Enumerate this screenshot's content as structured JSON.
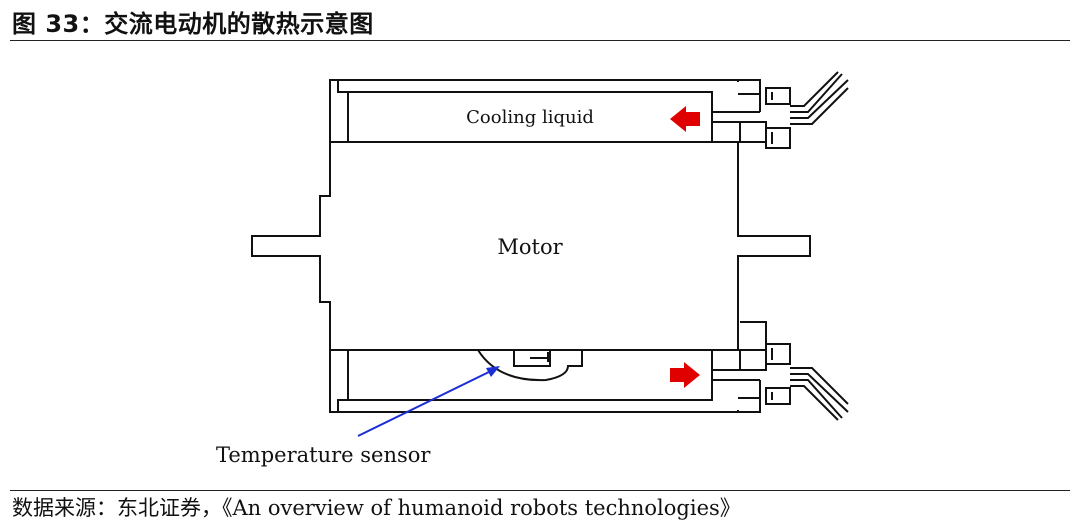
{
  "figure": {
    "title": "图 33：交流电动机的散热示意图",
    "source": "数据来源：东北证券，《An overview of humanoid robots technologies》"
  },
  "diagram": {
    "labels": {
      "coolant": "Cooling liquid",
      "motor": "Motor",
      "sensor": "Temperature sensor"
    },
    "colors": {
      "flow_arrow": "#e00000",
      "sensor_pointer": "#1a2fd6",
      "line": "#111111"
    }
  }
}
